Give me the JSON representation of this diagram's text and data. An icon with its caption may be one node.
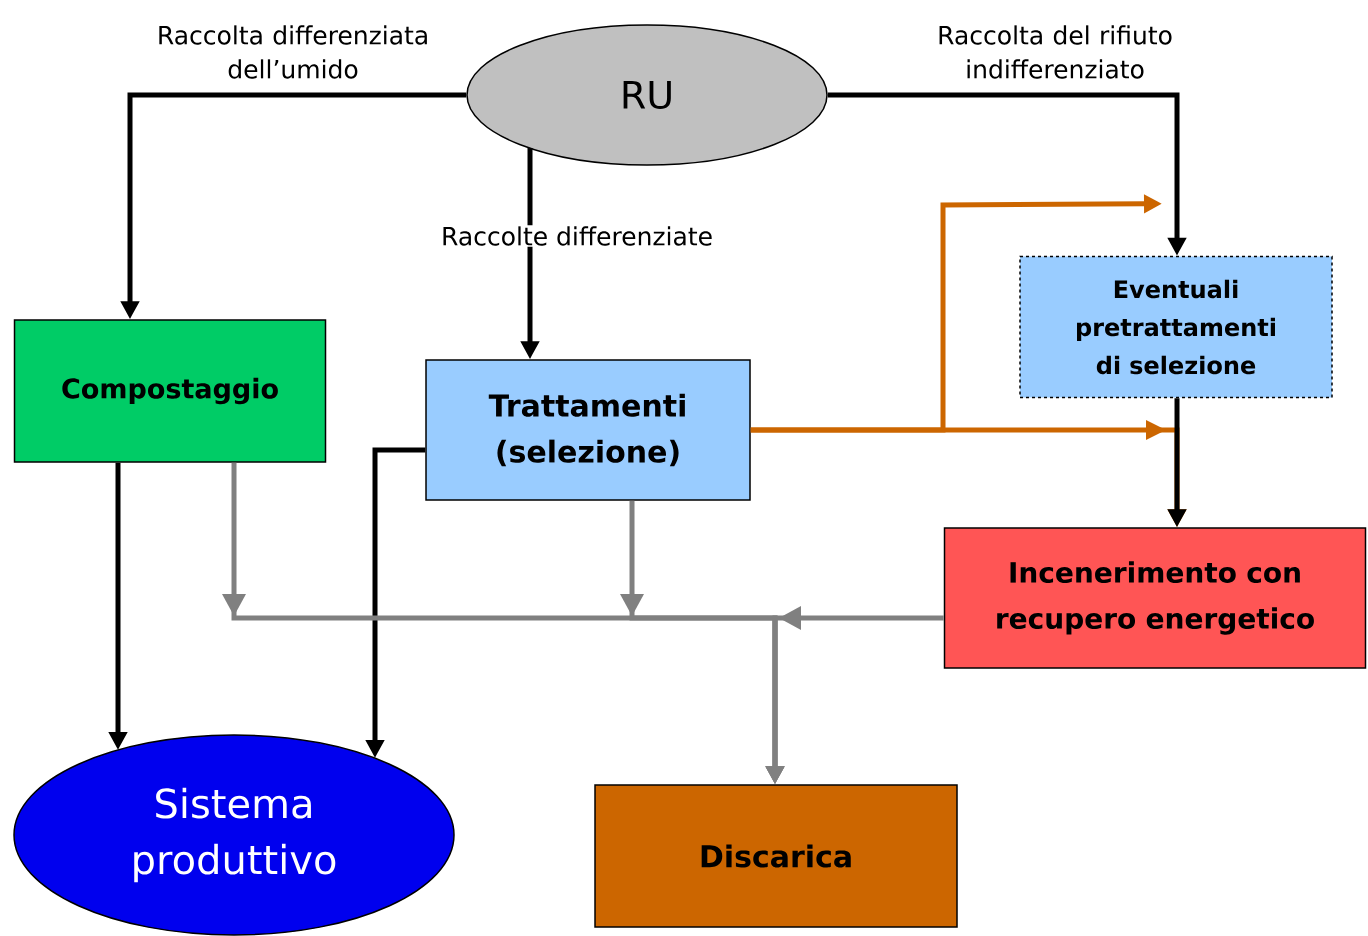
{
  "diagram": {
    "nodes": [
      {
        "text": [
          "RU"
        ]
      },
      {
        "text": [
          "Compostaggio"
        ]
      },
      {
        "text": [
          "Trattamenti (selezione)"
        ]
      },
      {
        "text": [
          "Eventuali pretrattamenti di selezione"
        ]
      },
      {
        "text": [
          "Incenerimento con recupero energetico"
        ]
      },
      {
        "text": [
          "Sistema produttivo"
        ]
      },
      {
        "text": [
          "Discarica"
        ]
      }
    ],
    "edges": [
      {
        "from": 0,
        "to": 1,
        "arrow": "to",
        "label": "Raccolta differenziata dell’umido"
      },
      {
        "from": 0,
        "to": 2,
        "arrow": "to",
        "label": "Raccolte differenziate"
      },
      {
        "from": 0,
        "to": 3,
        "arrow": "to",
        "label": "Raccolta del rifiuto indifferenziato"
      },
      {
        "from": 2,
        "to": 3,
        "arrow": "to",
        "color": "#cc6600"
      },
      {
        "from": 2,
        "to": 4,
        "arrow": "to",
        "color": "#cc6600"
      },
      {
        "from": 3,
        "to": 4,
        "arrow": "to"
      },
      {
        "from": 1,
        "to": 5,
        "arrow": "to"
      },
      {
        "from": 2,
        "to": 5,
        "arrow": "to"
      },
      {
        "from": 1,
        "to": 6,
        "arrow": "to",
        "color": "#808080"
      },
      {
        "from": 2,
        "to": 6,
        "arrow": "to",
        "color": "#808080"
      },
      {
        "from": 4,
        "to": 6,
        "arrow": "to",
        "color": "#808080"
      }
    ]
  }
}
